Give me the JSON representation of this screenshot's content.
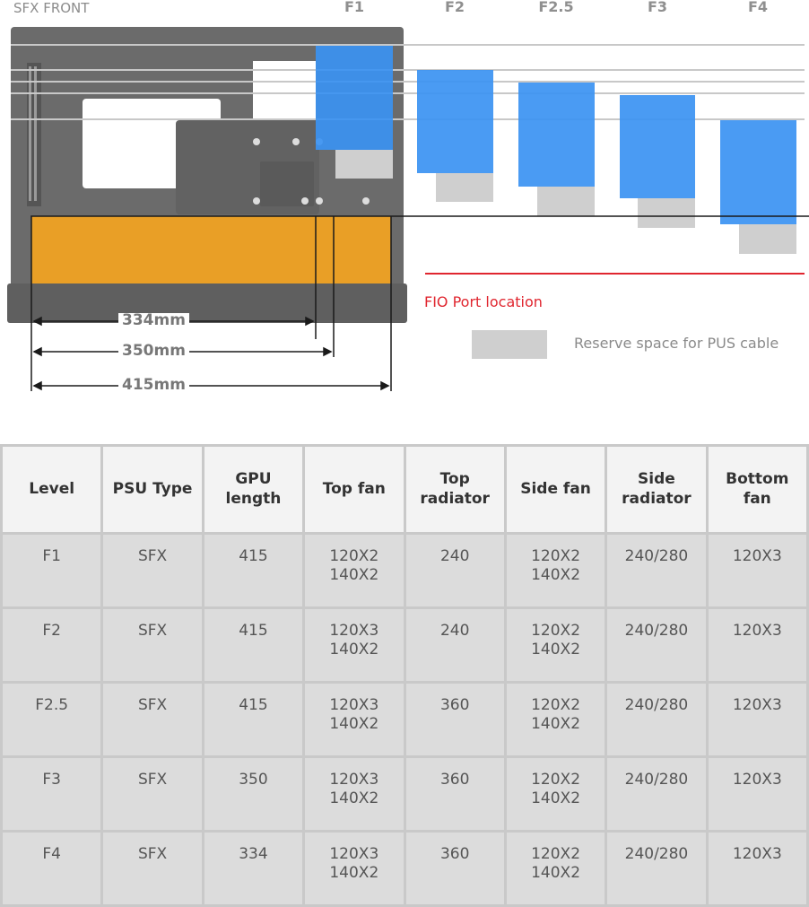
{
  "diagram": {
    "front_label": "SFX FRONT",
    "levels": [
      "F1",
      "F2",
      "F2.5",
      "F3",
      "F4"
    ],
    "dimensions": [
      "334mm",
      "350mm",
      "415mm"
    ],
    "fio_label": "FIO Port location",
    "legend_label": "Reserve space for PUS cable",
    "colors": {
      "radiator": "#3b93f2",
      "gpu": "#f7a51f",
      "reserve": "#cfcfcf",
      "fio": "#e0262f",
      "chassis": "#6b6b6b"
    }
  },
  "table": {
    "headers": [
      [
        "Level"
      ],
      [
        "PSU Type"
      ],
      [
        "GPU",
        "length"
      ],
      [
        "Top fan"
      ],
      [
        "Top",
        "radiator"
      ],
      [
        "Side fan"
      ],
      [
        "Side",
        "radiator"
      ],
      [
        "Bottom",
        "fan"
      ]
    ],
    "rows": [
      [
        [
          "F1"
        ],
        [
          "SFX"
        ],
        [
          "415"
        ],
        [
          "120X2",
          "140X2"
        ],
        [
          "240"
        ],
        [
          "120X2",
          "140X2"
        ],
        [
          "240/280"
        ],
        [
          "120X3"
        ]
      ],
      [
        [
          "F2"
        ],
        [
          "SFX"
        ],
        [
          "415"
        ],
        [
          "120X3",
          "140X2"
        ],
        [
          "240"
        ],
        [
          "120X2",
          "140X2"
        ],
        [
          "240/280"
        ],
        [
          "120X3"
        ]
      ],
      [
        [
          "F2.5"
        ],
        [
          "SFX"
        ],
        [
          "415"
        ],
        [
          "120X3",
          "140X2"
        ],
        [
          "360"
        ],
        [
          "120X2",
          "140X2"
        ],
        [
          "240/280"
        ],
        [
          "120X3"
        ]
      ],
      [
        [
          "F3"
        ],
        [
          "SFX"
        ],
        [
          "350"
        ],
        [
          "120X3",
          "140X2"
        ],
        [
          "360"
        ],
        [
          "120X2",
          "140X2"
        ],
        [
          "240/280"
        ],
        [
          "120X3"
        ]
      ],
      [
        [
          "F4"
        ],
        [
          "SFX"
        ],
        [
          "334"
        ],
        [
          "120X3",
          "140X2"
        ],
        [
          "360"
        ],
        [
          "120X2",
          "140X2"
        ],
        [
          "240/280"
        ],
        [
          "120X3"
        ]
      ]
    ]
  }
}
